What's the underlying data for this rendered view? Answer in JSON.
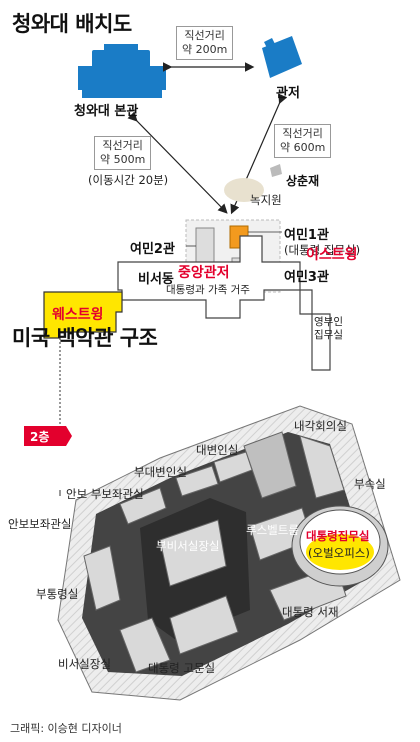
{
  "top": {
    "title": "청와대 배치도",
    "main_building": "청와대 본관",
    "residence": "관저",
    "dist_main_residence": [
      "직선거리",
      "약 200m"
    ],
    "dist_main_yeomin": [
      "직선거리",
      "약 500m"
    ],
    "travel_time": "(이동시간 20분)",
    "dist_residence_yeomin": [
      "직선거리",
      "약 600m"
    ],
    "sangchunjae": "상춘재",
    "nokjiwon": "녹지원",
    "yeomin1": "여민1관",
    "yeomin1_sub": "(대통령 집무실)",
    "yeomin2": "여민2관",
    "yeomin3": "여민3관",
    "secretary_bldg": "비서동"
  },
  "bottom": {
    "title": "미국 백악관 구조",
    "central": "중앙관저",
    "central_sub": "대통령과 가족 거주",
    "east_wing": "이스트윙",
    "east_sub": [
      "영부인",
      "집무실"
    ],
    "west_wing": "웨스트윙",
    "floor_tag": "2층",
    "rooms": {
      "security_deputy": "안보 부보좌관실",
      "vp": "부대변인실",
      "spokes": "대변인실",
      "cabinet": "내각회의실",
      "annex": "부속실",
      "nsa": "안보보좌관실",
      "roosevelt": "루스벨트룸",
      "deputy_sec": "부비서실장실",
      "oval": "대통령집무실",
      "oval_sub": "(오벌오피스)",
      "deputy_chief": "부통령실",
      "study": "대통령 서재",
      "chief_of_staff": "비서실장실",
      "advisor": "대통령 고문실"
    }
  },
  "credit": "그래픽: 이승현 디자이너",
  "colors": {
    "blue": "#1a7cc6",
    "orange": "#f39a1e",
    "yellow": "#ffe600",
    "red": "#e3002d"
  }
}
